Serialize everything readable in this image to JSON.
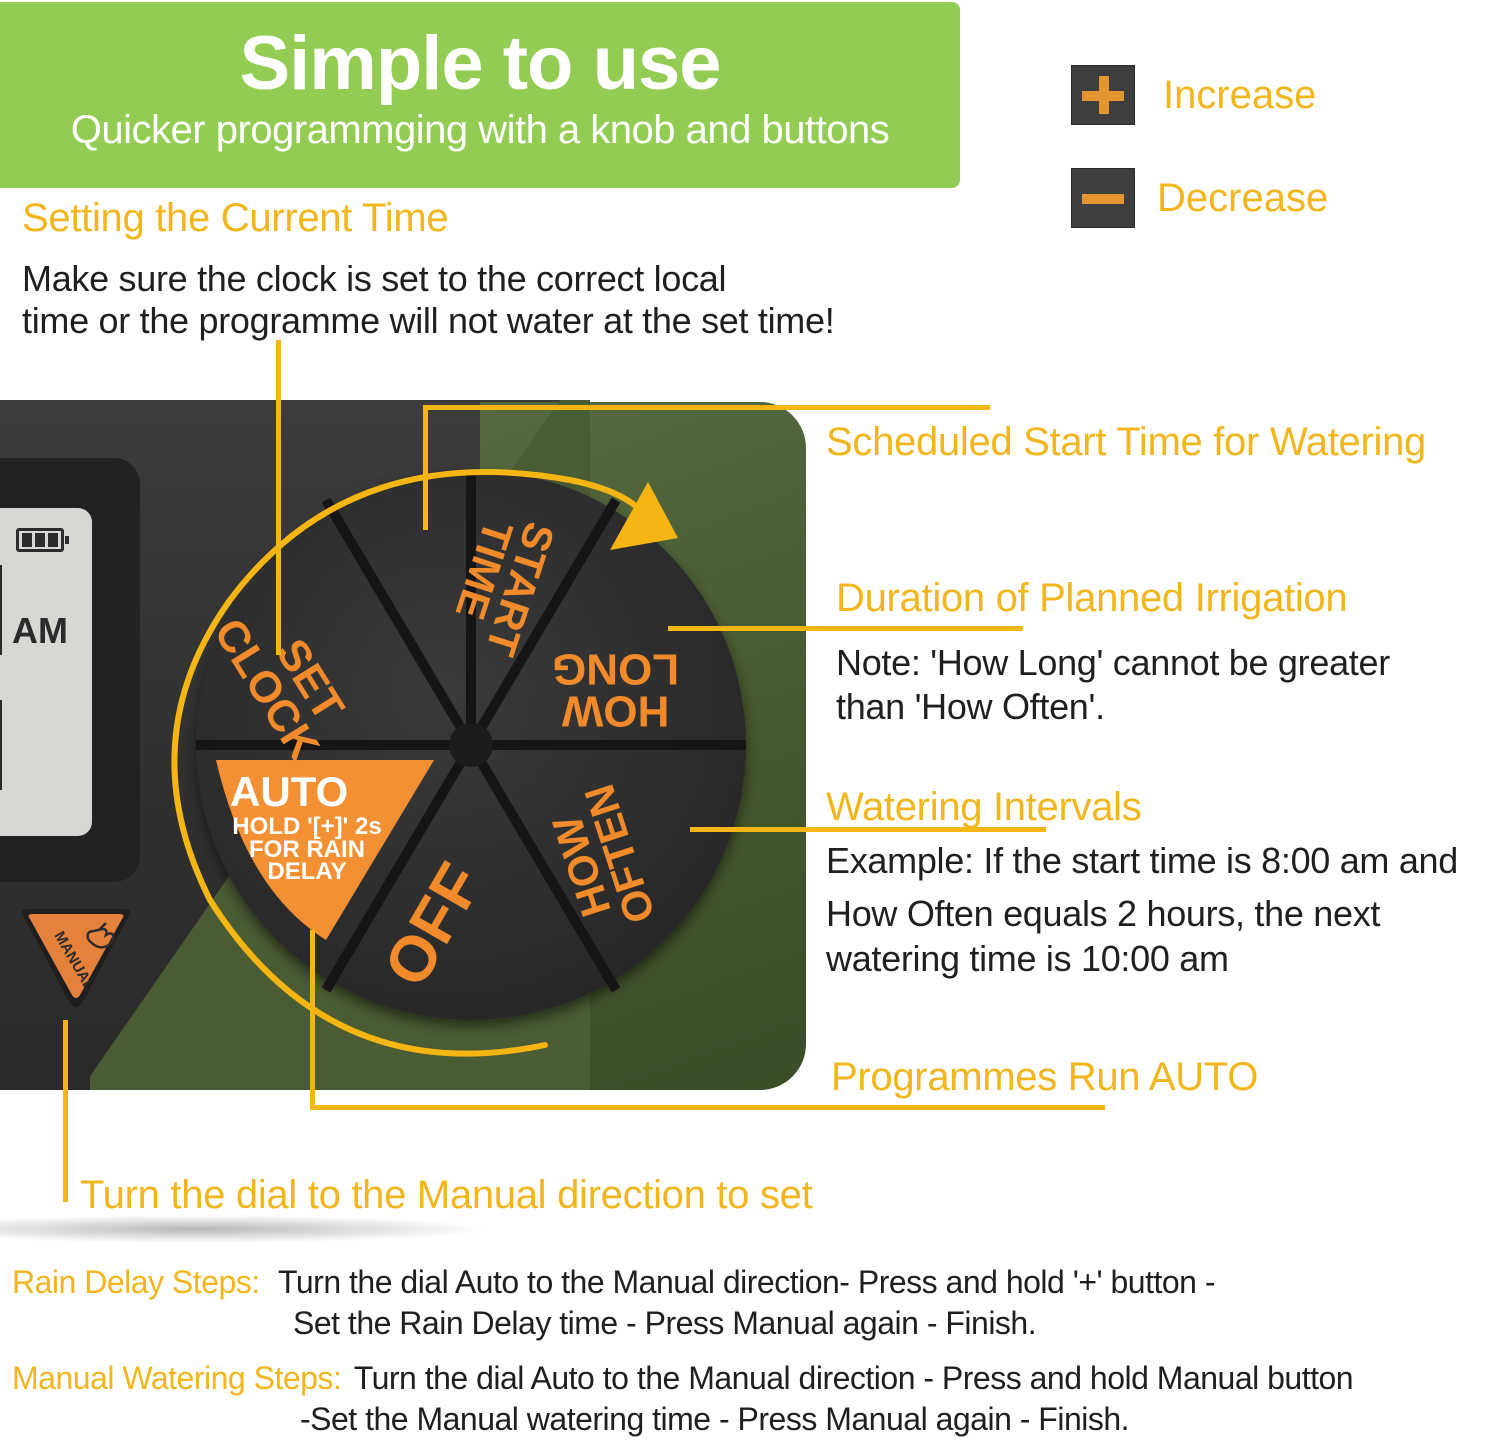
{
  "banner": {
    "title": "Simple to use",
    "subtitle": "Quicker programmging with a knob and buttons",
    "background": "#93cc52"
  },
  "legend": [
    {
      "icon": "plus-icon",
      "label": "Increase"
    },
    {
      "icon": "minus-icon",
      "label": "Decrease"
    }
  ],
  "sections": {
    "current_time": {
      "heading": "Setting the Current Time",
      "text_line1": "Make sure the clock is set to the correct local",
      "text_line2": "time or the programme will not water at the set time!"
    },
    "start_time": {
      "heading": "Scheduled Start Time for Watering"
    },
    "duration": {
      "heading": "Duration of Planned Irrigation",
      "text_line1": "Note: 'How Long' cannot be greater",
      "text_line2": "than 'How Often'."
    },
    "intervals": {
      "heading": "Watering Intervals",
      "text_line1": "Example: If the start time is 8:00 am and",
      "text_line2": "How Often equals 2 hours, the next",
      "text_line3": "watering time is 10:00 am"
    },
    "auto": {
      "heading": "Programmes Run AUTO"
    },
    "manual": {
      "heading": "Turn the dial to the Manual direction to set"
    }
  },
  "device": {
    "lcd": {
      "battery_bars": 3,
      "am_label": "AM"
    },
    "manual_button": {
      "label": "MANUAL",
      "icon": "hand-pointer-icon",
      "color": "#e5813a"
    },
    "dial_segments": [
      {
        "id": "set-clock",
        "line1": "SET",
        "line2": "CLOCK"
      },
      {
        "id": "start-time",
        "line1": "START",
        "line2": "TIME"
      },
      {
        "id": "how-long",
        "line1": "HOW",
        "line2": "LONG"
      },
      {
        "id": "how-often",
        "line1": "HOW",
        "line2": "OFTEN"
      },
      {
        "id": "off",
        "line1": "OFF"
      },
      {
        "id": "auto",
        "line1": "AUTO",
        "line2": "HOLD '[+]' 2s",
        "line3": "FOR RAIN",
        "line4": "DELAY",
        "color": "#f39034"
      }
    ],
    "accent_color": "#f08a2a",
    "callout_color": "#f5b614"
  },
  "steps": {
    "rain_delay": {
      "label": "Rain Delay Steps:",
      "line1": "Turn the dial Auto to the Manual direction- Press and hold '+' button -",
      "line2": "Set the Rain Delay time - Press Manual again - Finish."
    },
    "manual_watering": {
      "label": "Manual Watering Steps:",
      "line1": "Turn the dial Auto to the Manual direction - Press and hold Manual button",
      "line2": "-Set the Manual watering time - Press Manual again - Finish."
    }
  }
}
